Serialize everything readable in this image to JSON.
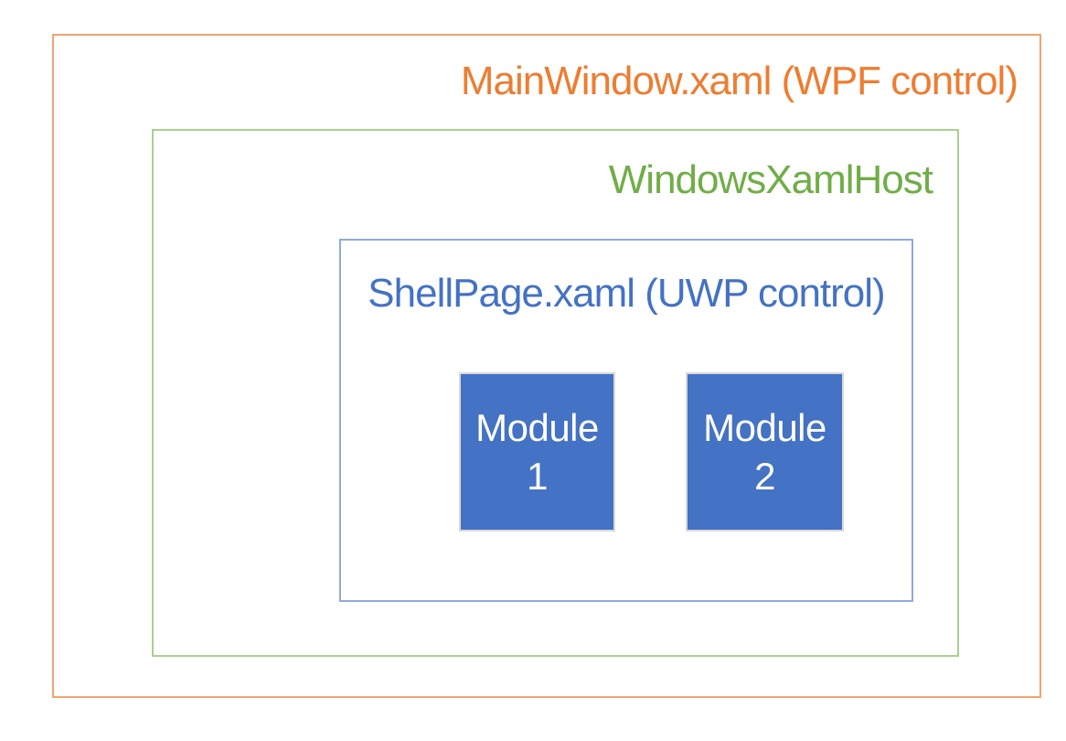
{
  "page": {
    "background_color": "#FFFFFF"
  },
  "diagram": {
    "wpf_window": {
      "label": "MainWindow.xaml (WPF control)",
      "text_color": "#ED7D31",
      "border_color": "#F1A36F"
    },
    "xaml_host": {
      "label": "WindowsXamlHost",
      "text_color": "#70AD47",
      "border_color": "#A9D18E"
    },
    "shell_page": {
      "label": "ShellPage.xaml (UWP control)",
      "text_color": "#4472C4",
      "border_color": "#8FAADC"
    },
    "modules": [
      {
        "lines": [
          "Module",
          "1"
        ]
      },
      {
        "lines": [
          "Module",
          "2"
        ]
      }
    ],
    "module_style": {
      "fill_color": "#4472C4",
      "border_color": "#D9D9D9",
      "text_color": "#FFFFFF"
    }
  }
}
